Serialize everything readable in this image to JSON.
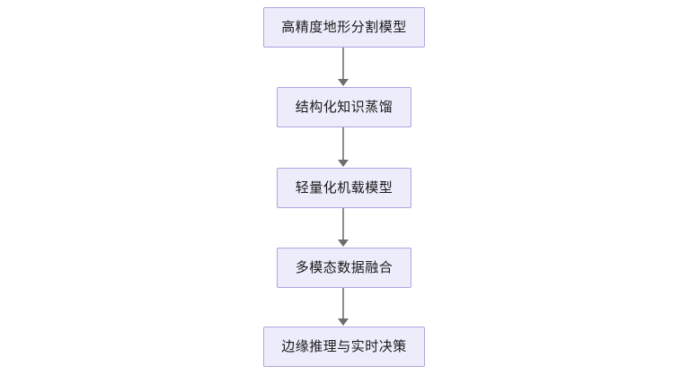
{
  "diagram": {
    "type": "flowchart",
    "orientation": "top-to-bottom",
    "background_color": "#ffffff",
    "node_fill_color": "#ececfb",
    "node_border_color": "#b3a3e0",
    "edge_color": "#8e8e8e",
    "text_color": "#1a1a1a",
    "nodes": [
      {
        "id": "node-1",
        "label": "高精度地形分割模型"
      },
      {
        "id": "node-2",
        "label": "结构化知识蒸馏"
      },
      {
        "id": "node-3",
        "label": "轻量化机载模型"
      },
      {
        "id": "node-4",
        "label": "多模态数据融合"
      },
      {
        "id": "node-5",
        "label": "边缘推理与实时决策"
      }
    ],
    "edges": [
      {
        "id": "edge-1",
        "from": "node-1",
        "to": "node-2",
        "arrow": "arrow-down-icon"
      },
      {
        "id": "edge-2",
        "from": "node-2",
        "to": "node-3",
        "arrow": "arrow-down-icon"
      },
      {
        "id": "edge-3",
        "from": "node-3",
        "to": "node-4",
        "arrow": "arrow-down-icon"
      },
      {
        "id": "edge-4",
        "from": "node-4",
        "to": "node-5",
        "arrow": "arrow-down-icon"
      }
    ]
  }
}
